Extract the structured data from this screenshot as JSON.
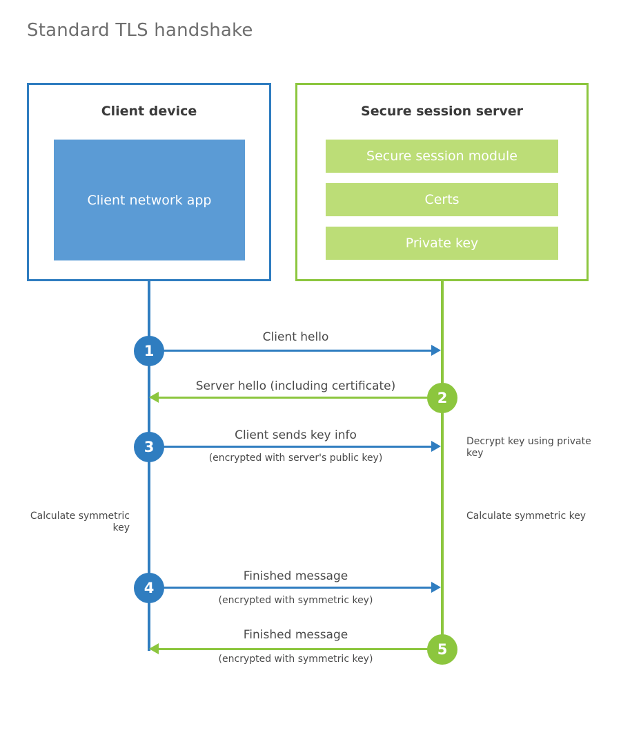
{
  "title": "Standard TLS handshake",
  "participants": {
    "client": {
      "title": "Client device",
      "block_label": "Client network app",
      "border_color": "#2f7dc0",
      "block_color": "#5b9bd5"
    },
    "server": {
      "title": "Secure session server",
      "border_color": "#8cc63e",
      "bar_color": "#bcdd77",
      "bars": [
        {
          "label": "Secure session module"
        },
        {
          "label": "Certs"
        },
        {
          "label": "Private key"
        }
      ]
    }
  },
  "steps": [
    {
      "number": "1",
      "primary": "Client hello",
      "sub": "",
      "direction": "client-to-server",
      "color": "#2f7dc0"
    },
    {
      "number": "2",
      "primary": "Server hello (including certificate)",
      "sub": "",
      "direction": "server-to-client",
      "color": "#8cc63e"
    },
    {
      "number": "3",
      "primary": "Client sends key info",
      "sub": "(encrypted with server's public key)",
      "direction": "client-to-server",
      "color": "#2f7dc0"
    },
    {
      "number": "4",
      "primary": "Finished message",
      "sub": "(encrypted with symmetric key)",
      "direction": "client-to-server",
      "color": "#2f7dc0"
    },
    {
      "number": "5",
      "primary": "Finished message",
      "sub": "(encrypted with symmetric key)",
      "direction": "server-to-client",
      "color": "#8cc63e"
    }
  ],
  "annotations": {
    "decrypt_note": "Decrypt key using private key",
    "client_calculate": "Calculate symmetric key",
    "server_calculate": "Calculate symmetric key"
  }
}
